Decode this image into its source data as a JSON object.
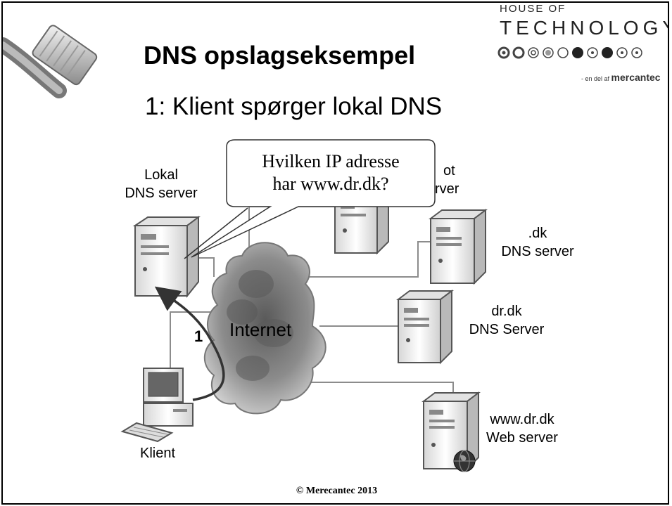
{
  "slide": {
    "title": "DNS opslagseksempel",
    "subtitle": "1: Klient spørger lokal DNS",
    "footer": "© Merecantec 2013"
  },
  "logo": {
    "line1": "HOUSE OF",
    "line2": "TECHNOLOGY",
    "prefix": "- en del af",
    "brand": "mercantec"
  },
  "callout": {
    "line1": "Hvilken IP adresse",
    "line2": "har www.dr.dk?"
  },
  "nodes": {
    "local_dns": {
      "line1": "Lokal",
      "line2": "DNS server"
    },
    "root_dns": {
      "line1": "ot",
      "line2": "rver"
    },
    "dk_dns": {
      "line1": ".dk",
      "line2": "DNS server"
    },
    "drdk_dns": {
      "line1": "dr.dk",
      "line2": "DNS Server"
    },
    "web": {
      "line1": "www.dr.dk",
      "line2": "Web server"
    },
    "client": {
      "line1": "Klient"
    }
  },
  "cloud": {
    "label": "Internet"
  },
  "step": {
    "number": "1"
  },
  "colors": {
    "cloud": "#8a8a8a",
    "server": "#e6e6e6",
    "line": "#8c8c8c"
  }
}
